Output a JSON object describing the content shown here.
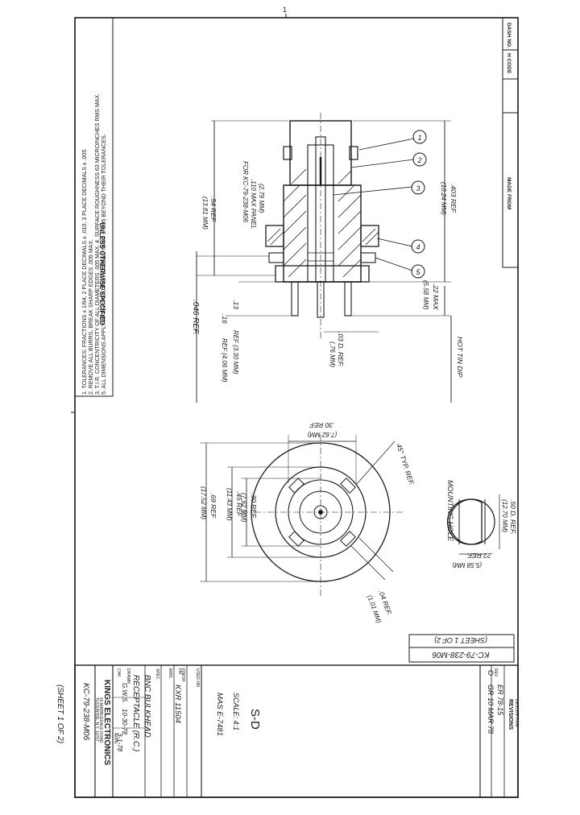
{
  "notes": {
    "heading": "UNLESS OTHERWISE SPECIFIED",
    "note1": "1. TOLERANCES: FRACTIONS ± 1/64, 2 PLACE DECIMALS ± .010, 3 PLACE DECIMALS ± .005",
    "note2": "2. REMOVE ALL BURRS, BREAK SHARP EDGES .005 MAX.",
    "note3": "3. T.I.R. CONCENTRICITY OF ALL DIAMETERS .005 MAX. 4. SURFACE ROUGHNESS 63 MICROINCHES RMS MAX.",
    "note4": "5. ALL DIMENSIONS APPLY AFTER PLATING. EXCEED MAX. ± .005 BEYOND THEIR TOLERANCES."
  },
  "header_block": {
    "dash_no": "DASH NO.",
    "h_code": "H CODE",
    "made_from": "MADE FROM"
  },
  "side_view": {
    "overall_height": ".403 REF",
    "overall_height_mm": "(10.24 MM)",
    "panel_thickness": ".22 MAX",
    "panel_thickness_mm": "(5.58 MM)",
    "panel_callout": "FOR KC-79-238-M06",
    "panel_callout2": ".110 MAX PANEL",
    "panel_callout_mm": "(2.79 MM)",
    "flange_dim": ".54 REF",
    "flange_dim_mm": "(13.81 MM)",
    "pin_offset": ".13",
    "pin_offset_ref": "REF (3.30 MM)",
    "pin_length": ".16",
    "pin_length_ref": "REF (4.06 MM)",
    "pin_dia": ".03 D. REF.",
    "pin_dia_mm": "(.76 MM)",
    "base_ref": ".046 REF.",
    "hot_tin": "HOT TIN DIP",
    "balloons": [
      "1",
      "2",
      "3",
      "4",
      "5"
    ]
  },
  "top_view": {
    "dim_30_top": ".30 REF",
    "dim_30_top_mm": "(7.62 MM)",
    "angle": "45° TYP. REF.",
    "dim_30_side": ".30 REF",
    "dim_30_side_mm": "(7.62 MM)",
    "dim_45": ".45 REF",
    "dim_45_mm": "(11.43 MM)",
    "dim_69": ".69 REF",
    "dim_69_mm": "(17.52 MM)",
    "dim_04": ".04 REF.",
    "dim_04_mm": "(1.01 MM)"
  },
  "mounting_hole": {
    "label": "MOUNTING HOLE",
    "dia": ".50 D. REF.",
    "dia_mm": "(12.70 MM)",
    "flat": ".22 REF.",
    "flat_mm": "(5.58 MM)"
  },
  "sheet_stamp": {
    "part": "KC-79-238-M06",
    "sheet": "(SHEET 1 OF 2)"
  },
  "revisions": {
    "title": "REVISIONS",
    "sub": "DESCRIPTION",
    "rev_col": "REV",
    "row_rev": "O",
    "row_desc": "ER 78-15",
    "row_date": "GR 10 MAR 78"
  },
  "title_block": {
    "size_code": "S-D",
    "scale": "SCALE: 4:1",
    "spec": "MAS E-7481",
    "company": "KINGS ELECTRONICS",
    "company_addr1": "40 MARBLEDALE ROAD",
    "company_addr2": "TUCKAHOE, N.Y. 10707",
    "drawn": "DRAWN",
    "drawn_by": "G.W.S.",
    "checked": "CHK",
    "approved": "APPR",
    "date_drawn": "10-30-78",
    "date_chk": "3-1-78",
    "fm_label": "FM",
    "fm_value": "KXR 11504",
    "title_line1": "BNC BULKHEAD",
    "title_line2": "RECEPTACLE (R.C.)",
    "part_no": "KC-79-238-M06",
    "spec_label": "SPEC.",
    "matl_label": "MATL.",
    "finish_label": "FINISH",
    "used_on_label": "USED ON",
    "sheet_bottom": "(SHEET 1 OF 2)"
  }
}
